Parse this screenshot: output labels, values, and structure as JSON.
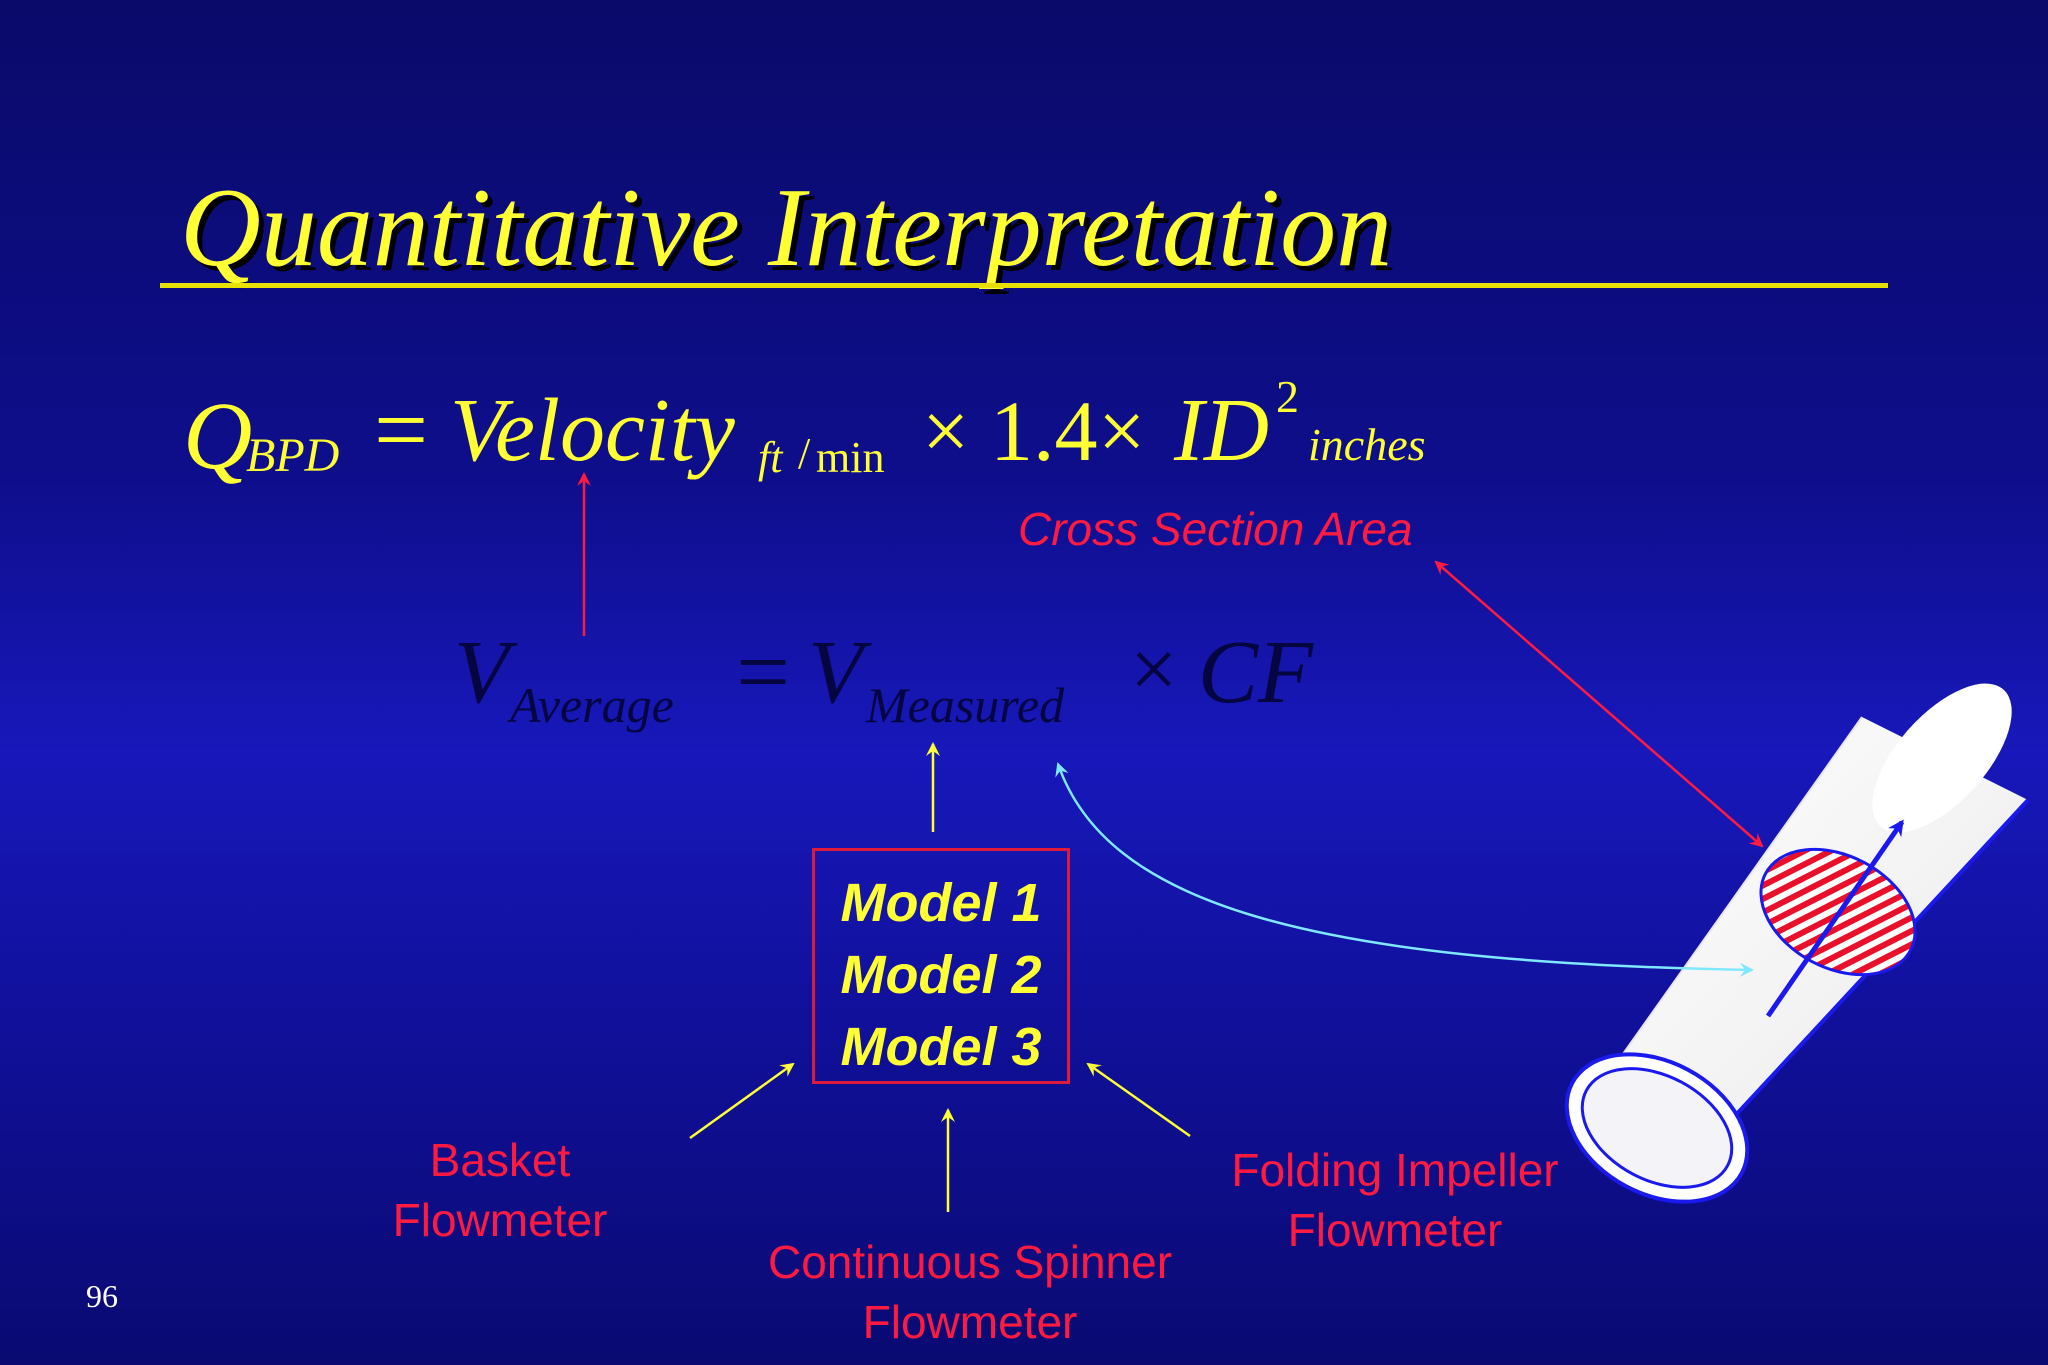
{
  "slide": {
    "title": "Quantitative Interpretation",
    "page_number": "96"
  },
  "equation1": {
    "q": "Q",
    "q_sub": "BPD",
    "equals": "=",
    "velocity": "Velocity",
    "velocity_sub_ft": "ft",
    "velocity_sub_slash": "/",
    "velocity_sub_min": "min",
    "times1": "×",
    "constant": "1.4",
    "times2": "×",
    "id": "ID",
    "id_sup": "2",
    "id_sub": "inches",
    "glyphs": [
      "",
      "",
      "",
      "",
      ""
    ],
    "annotation": "Cross  Section Area"
  },
  "equation2": {
    "v1": "V",
    "v1_sub": "Average",
    "equals": "=",
    "v2": "V",
    "v2_sub": "Measured",
    "times": "×",
    "cf": "CF"
  },
  "models": [
    "Model 1",
    "Model 2",
    "Model 3"
  ],
  "flowmeters": {
    "basket": [
      "Basket",
      "Flowmeter"
    ],
    "continuous": [
      "Continuous Spinner",
      "Flowmeter"
    ],
    "folding": [
      "Folding Impeller",
      "Flowmeter"
    ]
  },
  "colors": {
    "background": "#0e0e8c",
    "title": "#ffff33",
    "annotation": "#ff1a40",
    "equation2": "#050540",
    "cyan_arrow": "#7fe8ff"
  }
}
